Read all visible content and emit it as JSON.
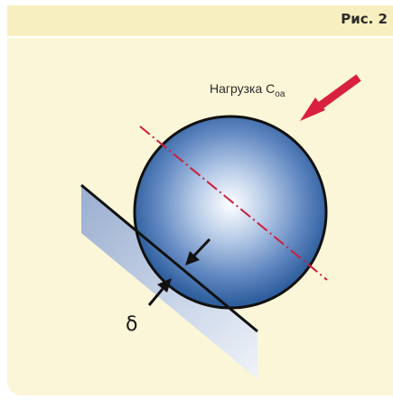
{
  "figure": {
    "label": "Рис. 2"
  },
  "diagram": {
    "load_label_main": "Нагрузка C",
    "load_label_sub": "oa",
    "gap_symbol": "δ"
  },
  "colors": {
    "panel_background": "#fbf6d8",
    "header_background": "#f7efc0",
    "ball_center": "#ffffff",
    "ball_edge": "#2f5f9e",
    "axis_line": "#cc1e3c",
    "load_arrow": "#d8213d",
    "surface_plate": "#b4c4de",
    "outline": "#111111"
  }
}
